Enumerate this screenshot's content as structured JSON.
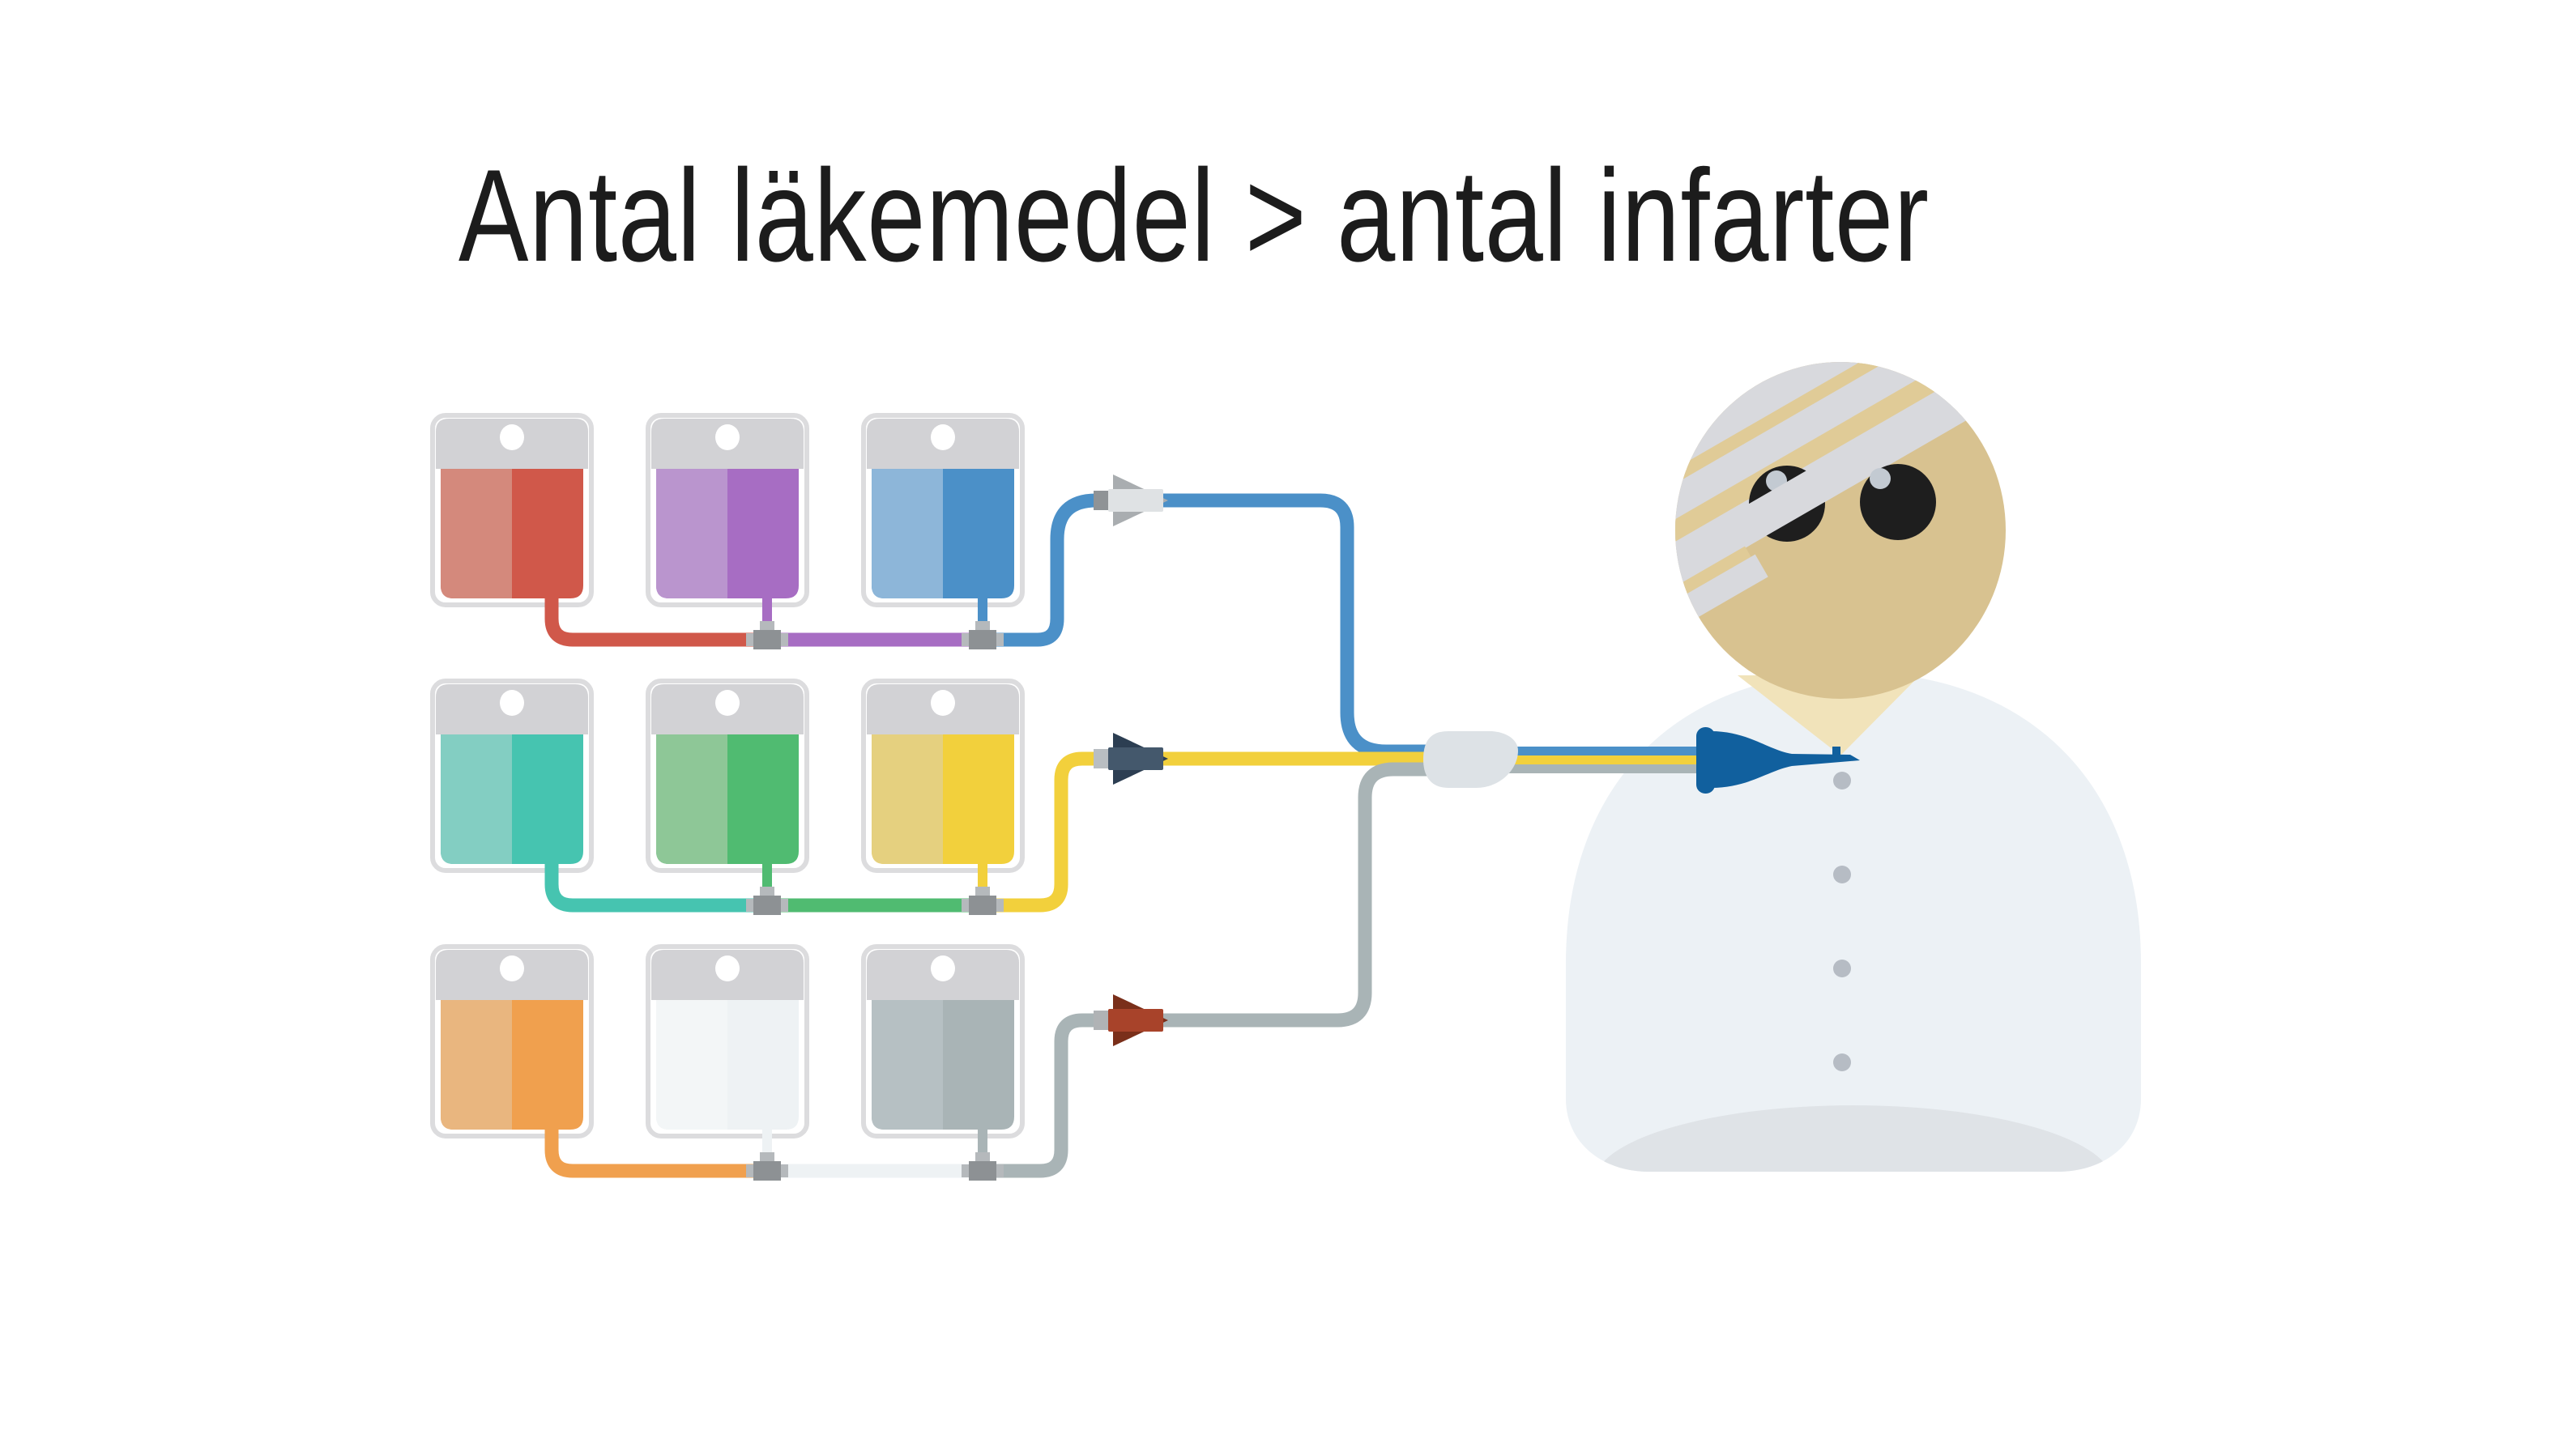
{
  "title": "Antal läkemedel > antal infarter",
  "colors": {
    "background": "#ffffff",
    "title_text": "#1c1c1c",
    "bag_cap": "#d2d2d5",
    "bag_outline": "#dcdcde",
    "bag_body": "#ffffff",
    "hole_white": "#ffffff",
    "junction_dark": "#8d9194",
    "junction_light": "#b5b9bc",
    "manifold": "#dde2e6",
    "tube_blue": "#4b90c8",
    "tube_yellow": "#f2d03c",
    "tube_gray": "#a9b4b6",
    "needle_blue": "#11609e",
    "patient_body": "#ecf1f5",
    "patient_hem": "#dfe3e7",
    "button_gray": "#b6bcc4",
    "neck_collar": "#f1e3ba",
    "head_skin": "#d8c290",
    "bandage_gray": "#d8d9dd",
    "bandage_stripe_tan": "#e0cb97",
    "eye_black": "#1e1e1e",
    "eye_highlight": "#c3cad2"
  },
  "bags": [
    {
      "id": "red",
      "row": 0,
      "col": 0,
      "fill_light": "#d4897c",
      "fill_dark": "#d0584a"
    },
    {
      "id": "purple",
      "row": 0,
      "col": 1,
      "fill_light": "#ba95ce",
      "fill_dark": "#a76dc3"
    },
    {
      "id": "blue",
      "row": 0,
      "col": 2,
      "fill_light": "#8db6d9",
      "fill_dark": "#4b90c8"
    },
    {
      "id": "teal",
      "row": 1,
      "col": 0,
      "fill_light": "#83cec2",
      "fill_dark": "#46c4b0"
    },
    {
      "id": "green",
      "row": 1,
      "col": 1,
      "fill_light": "#8ec797",
      "fill_dark": "#50bb71"
    },
    {
      "id": "yellow",
      "row": 1,
      "col": 2,
      "fill_light": "#e5d07f",
      "fill_dark": "#f2d03c"
    },
    {
      "id": "orange",
      "row": 2,
      "col": 0,
      "fill_light": "#e9b67f",
      "fill_dark": "#f0a04e"
    },
    {
      "id": "white",
      "row": 2,
      "col": 1,
      "fill_light": "#f3f6f7",
      "fill_dark": "#eef2f4"
    },
    {
      "id": "gray",
      "row": 2,
      "col": 2,
      "fill_light": "#b6c0c3",
      "fill_dark": "#a9b4b6"
    }
  ],
  "connectors": [
    {
      "id": "gray-luer",
      "row": 0,
      "body": "#dfe2e4",
      "fins": "#a9adb0",
      "collar": "#8f9396"
    },
    {
      "id": "navy-luer",
      "row": 1,
      "body": "#44586c",
      "fins": "#2c3e52",
      "collar": "#b9bec2"
    },
    {
      "id": "rust-luer",
      "row": 2,
      "body": "#a8432a",
      "fins": "#7a2f1a",
      "collar": "#b0b3b5"
    }
  ]
}
